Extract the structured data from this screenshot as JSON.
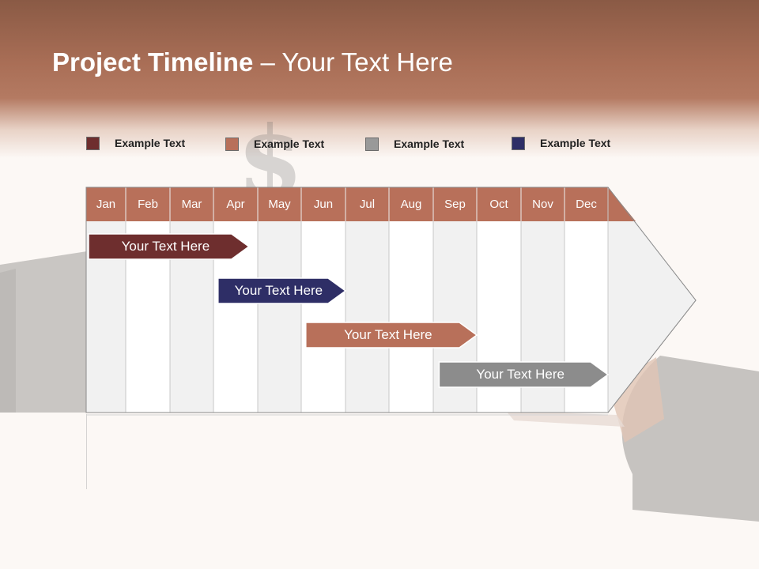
{
  "slide": {
    "title_bold": "Project Timeline",
    "title_rest": " – Your Text Here"
  },
  "legend": [
    {
      "label": "Example Text",
      "color": "#6e2e2e"
    },
    {
      "label": "Example Text",
      "color": "#b8705a"
    },
    {
      "label": "Example Text",
      "color": "#999999"
    },
    {
      "label": "Example Text",
      "color": "#2e2e66"
    }
  ],
  "timeline": {
    "months": [
      "Jan",
      "Feb",
      "Mar",
      "Apr",
      "May",
      "Jun",
      "Jul",
      "Aug",
      "Sep",
      "Oct",
      "Nov",
      "Dec"
    ],
    "header_color": "#b8705a",
    "bars": [
      {
        "label": "Your  Text Here",
        "color": "#6e2e2e",
        "start": 0.0,
        "end": 3.8
      },
      {
        "label": "Your  Text Here",
        "color": "#2e2e66",
        "start": 3.05,
        "end": 6.0
      },
      {
        "label": "Your  Text Here",
        "color": "#b8705a",
        "start": 5.05,
        "end": 9.0
      },
      {
        "label": "Your  Text Here",
        "color": "#8c8c8c",
        "start": 8.08,
        "end": 12.0
      }
    ]
  }
}
